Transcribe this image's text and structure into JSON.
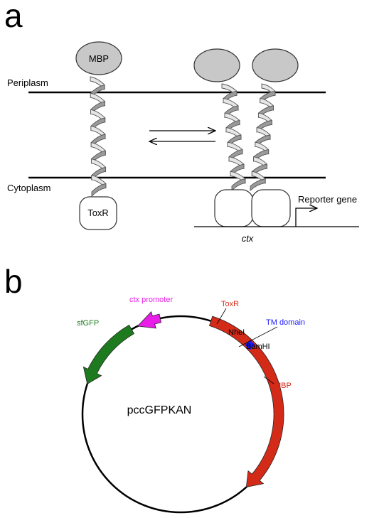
{
  "panel_a": {
    "letter": "a",
    "periplasm_label": "Periplasm",
    "cytoplasm_label": "Cytoplasm",
    "mbp_label": "MBP",
    "toxr_label": "ToxR",
    "reporter_label": "Reporter gene",
    "ctx_label": "ctx"
  },
  "panel_b": {
    "letter": "b",
    "plasmid_name": "pccGFPKAN",
    "features": [
      {
        "label": "sfGFP",
        "color": "#1e7a1e"
      },
      {
        "label": "ctx promoter",
        "color": "#e81ee8"
      },
      {
        "label": "ToxR",
        "color": "#d42a18"
      },
      {
        "label": "TM domain",
        "color": "#1a1aff"
      },
      {
        "label": "MBP",
        "color": "#d42a18"
      }
    ],
    "sites": [
      "NheI",
      "BamHI"
    ]
  },
  "colors": {
    "domain_fill": "#c8c8c8",
    "helix_fill": "#e6e6e6",
    "helix_dark": "#7a7a7a",
    "line": "#000000"
  }
}
